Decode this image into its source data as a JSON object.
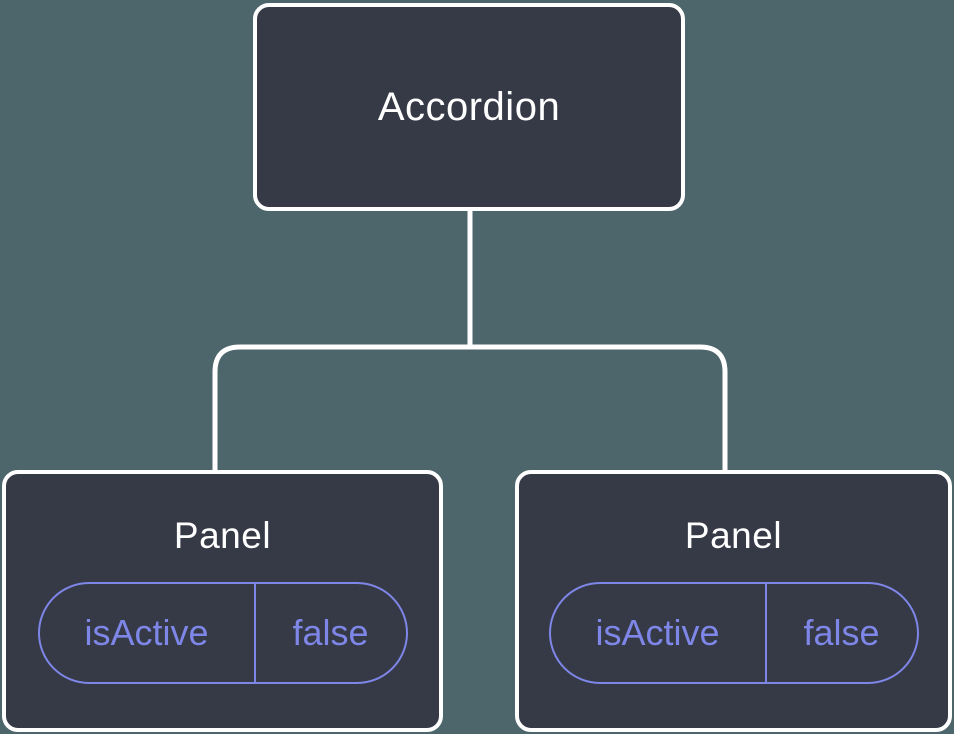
{
  "diagram": {
    "type": "component-tree",
    "root_node": {
      "label": "Accordion"
    },
    "child_nodes": [
      {
        "label": "Panel",
        "state_key": "isActive",
        "state_value": "false"
      },
      {
        "label": "Panel",
        "state_key": "isActive",
        "state_value": "false"
      }
    ],
    "colors": {
      "background": "#4d666b",
      "node_fill": "#353a46",
      "node_border": "#ffffff",
      "connector_line": "#ffffff",
      "state_accent": "#7e86e8",
      "label_text": "#ffffff"
    }
  }
}
